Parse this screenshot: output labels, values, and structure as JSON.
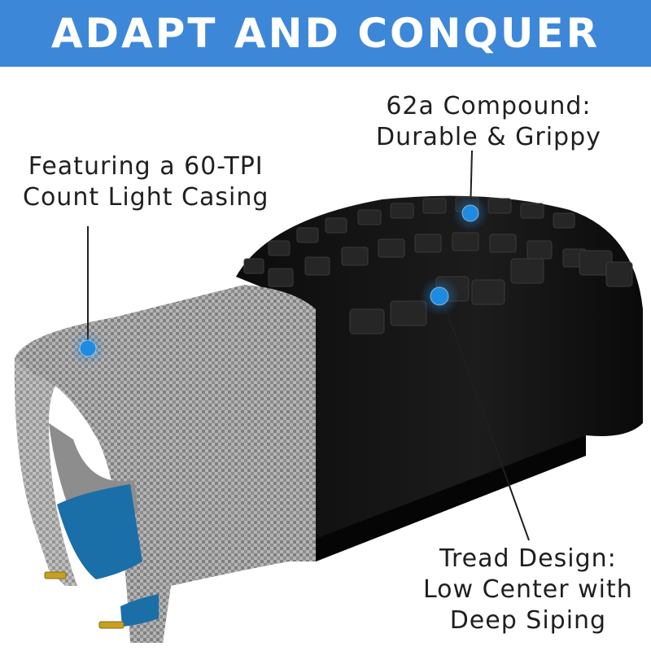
{
  "banner": {
    "title": "ADAPT AND CONQUER",
    "color": "#3d87d8"
  },
  "callouts": {
    "compound": {
      "line1": "62a Compound:",
      "line2": "Durable & Grippy"
    },
    "casing": {
      "line1": "Featuring a 60-TPI",
      "line2": "Count Light Casing"
    },
    "tread": {
      "line1": "Tread Design:",
      "line2": "Low Center with",
      "line3": "Deep Siping"
    }
  },
  "colors": {
    "marker": "#1e8be0",
    "rubber": "#161616",
    "casing": "#9a9a9a",
    "inner_tube": "#1a6fa8",
    "valve": "#c8a020"
  }
}
